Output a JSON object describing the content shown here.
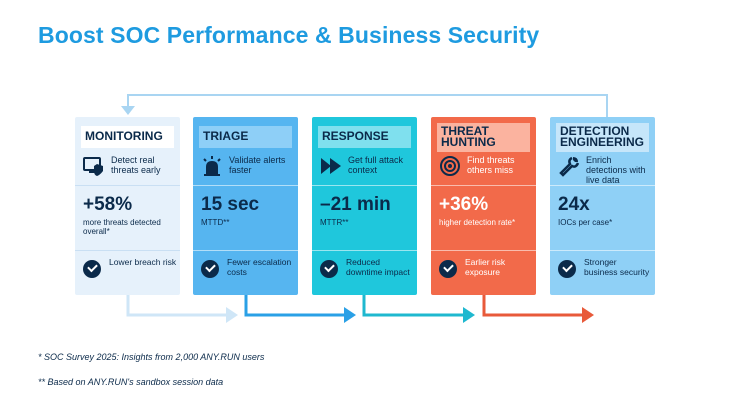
{
  "title": "Boost SOC Performance & Business Security",
  "cards": [
    {
      "header": "MONITORING",
      "row1": "Detect real threats early",
      "stat": "+58%",
      "stat_sub": "more threats detected overall*",
      "row3": "Lower breach risk",
      "icon": "monitor-shield-icon"
    },
    {
      "header": "TRIAGE",
      "row1": "Validate alerts faster",
      "stat": "15 sec",
      "stat_sub": "MTTD**",
      "row3": "Fewer escalation costs",
      "icon": "siren-icon"
    },
    {
      "header": "RESPONSE",
      "row1": "Get full attack context",
      "stat": "–21 min",
      "stat_sub": "MTTR**",
      "row3": "Reduced downtime impact",
      "icon": "fast-forward-icon"
    },
    {
      "header": "THREAT HUNTING",
      "row1": "Find threats others miss",
      "stat": "+36%",
      "stat_sub": "higher detection rate*",
      "row3": "Earlier risk exposure",
      "icon": "target-icon"
    },
    {
      "header": "DETECTION ENGINEERING",
      "row1": "Enrich detections with live data",
      "stat": "24x",
      "stat_sub": "IOCs per case*",
      "row3": "Stronger business security",
      "icon": "wrench-icon"
    }
  ],
  "notes": [
    "* SOC Survey 2025: Insights from 2,000 ANY.RUN users",
    "** Based on ANY.RUN's sandbox session data"
  ],
  "colors": {
    "title": "#1e9be0",
    "monitoring": "#e6f1fb",
    "triage": "#56b5f0",
    "response": "#1fc7dc",
    "threat_hunting": "#f26a4a",
    "detection_engineering": "#8fd0f6",
    "navy": "#0b2a4a"
  }
}
